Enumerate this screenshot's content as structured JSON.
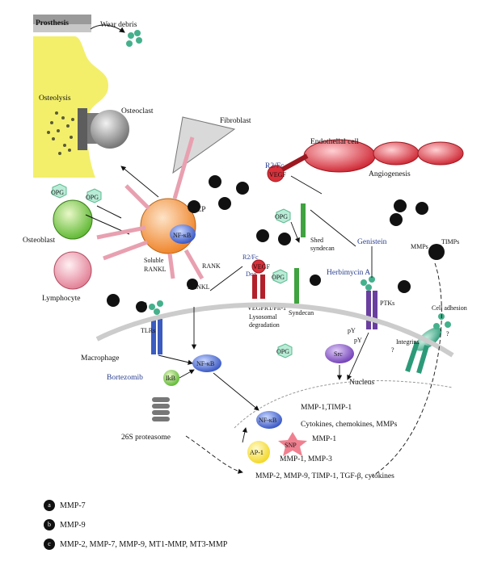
{
  "labels": {
    "prosthesis": "Prosthesis",
    "wear_debris": "Wear debris",
    "osteolysis": "Osteolysis",
    "osteoclast": "Osteoclast",
    "fibroblast": "Fibroblast",
    "endothelial_cell": "Endothelial cell",
    "angiogenesis": "Angiogenesis",
    "r2fc_top": "R2/Fc",
    "vegf_top": "VEGF",
    "opg_a": "OPG",
    "opg_b": "OPG",
    "opg_c": "OPG",
    "opg_d": "OPG",
    "opg_e": "OPG",
    "osteoblast": "Osteoblast",
    "lymphocyte": "Lymphocyte",
    "ocp": "OCP",
    "nfkb_ocp": "NF-κB",
    "soluble_rankl": "Soluble\nRANKL",
    "rank": "RANK",
    "rankl": "RANKL",
    "r2fc_mid": "R2/Fc",
    "dox": "Dox",
    "vegf_mid": "VEGF",
    "vegfr1": "VEGFR1/Flt-1",
    "shed_syndecan": "Shed\nsyndecan",
    "genistein": "Genistein",
    "herbimycin": "Herbimycin A",
    "mmps": "MMPs",
    "timps": "TIMPs",
    "ptks": "PTKs",
    "syndecan": "Syndecan",
    "lysosomal": "Lysosomal\ndegradation",
    "tlrs": "TLRs",
    "cell_adhesion": "Cell adhesion",
    "integrins": "Integrins",
    "src": "Src",
    "py1": "pY",
    "py2": "pY",
    "macrophage": "Macrophage",
    "nfkb_macro": "NF-κB",
    "ikb": "IkB",
    "bortezomib": "Bortezomib",
    "proteasome": "26S proteasome",
    "nucleus": "Nucleus",
    "nfkb_nuc": "NF-κB",
    "ap1": "AP-1",
    "snp": "SNP",
    "gene1": "MMP-1,TIMP-1",
    "gene2": "Cytokines, chemokines, MMPs",
    "gene3": "MMP-1",
    "gene4": "MMP-1, MMP-3",
    "gene5": "MMP-2, MMP-9, TIMP-1, TGF-β, cytokines",
    "q1": "?",
    "q2": "?",
    "q3": "?",
    "chip_a": "a",
    "chip_b": "b",
    "chip_c": "c"
  },
  "legend": [
    {
      "chip": "a",
      "text": "MMP-7"
    },
    {
      "chip": "b",
      "text": "MMP-9"
    },
    {
      "chip": "c",
      "text": "MMP-2, MMP-7, MMP-9, MT1-MMP, MT3-MMP"
    }
  ],
  "colors": {
    "prosthesis_gray": "#9a9a9a",
    "bone_yellow": "#f3ef6a",
    "ocp_orange": "#f08a2e",
    "nfkb_blue": "#3b5bbf",
    "pink": "#e8a0b0",
    "endothelial_red": "#d9303a",
    "green": "#3fa33f",
    "teal": "#45b08c",
    "purple": "#6a3fa0"
  }
}
